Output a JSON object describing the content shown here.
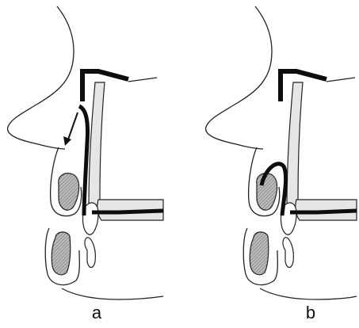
{
  "panels": [
    {
      "id": "a",
      "label": "a"
    },
    {
      "id": "b",
      "label": "b"
    }
  ],
  "colors": {
    "background": "#ffffff",
    "outline": "#222222",
    "tissue_fill": "#e6e6e6",
    "appliance": "#0d0d0d",
    "bone_hatch": "#8a8a8a"
  }
}
